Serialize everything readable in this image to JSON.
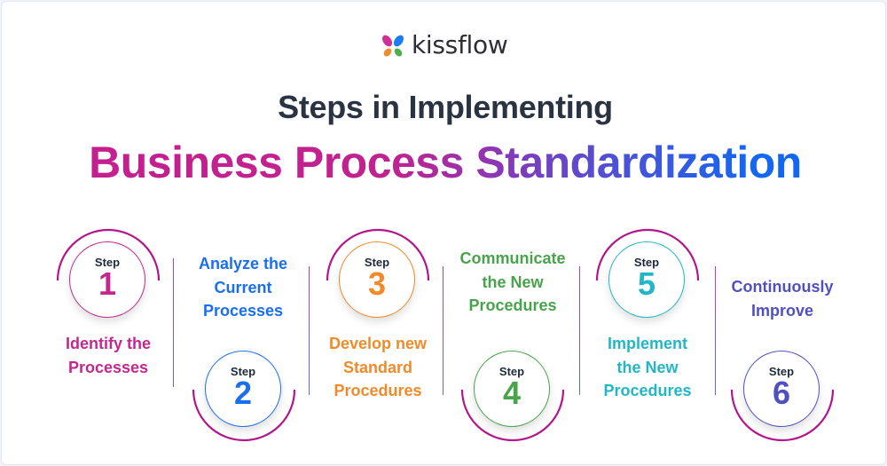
{
  "brand": {
    "name": "kissflow",
    "logo_icon": "butterfly-logo-icon",
    "logo_colors": [
      "#d12f95",
      "#1c7cf2",
      "#f28a2e",
      "#49b04b"
    ]
  },
  "title": {
    "line1": "Steps in Implementing",
    "line2": "Business Process Standardization"
  },
  "arc_color": "#b3168c",
  "steps": [
    {
      "label": "Step",
      "number": "1",
      "title": "Identify the Processes",
      "lines": [
        "Identify the",
        "Processes"
      ],
      "color": "#c4288f"
    },
    {
      "label": "Step",
      "number": "2",
      "title": "Analyze the Current Processes",
      "lines": [
        "Analyze the",
        "Current",
        "Processes"
      ],
      "color": "#1a6ff0"
    },
    {
      "label": "Step",
      "number": "3",
      "title": "Develop new Standard Procedures",
      "lines": [
        "Develop new",
        "Standard",
        "Procedures"
      ],
      "color": "#f08a2a"
    },
    {
      "label": "Step",
      "number": "4",
      "title": "Communicate the New Procedures",
      "lines": [
        "Communicate",
        "the New",
        "Procedures"
      ],
      "color": "#48a44a"
    },
    {
      "label": "Step",
      "number": "5",
      "title": "Implement the New Procedures",
      "lines": [
        "Implement",
        "the New",
        "Procedures"
      ],
      "color": "#22b6c7"
    },
    {
      "label": "Step",
      "number": "6",
      "title": "Continuously Improve",
      "lines": [
        "Continuously",
        "Improve"
      ],
      "color": "#5150c0"
    }
  ]
}
